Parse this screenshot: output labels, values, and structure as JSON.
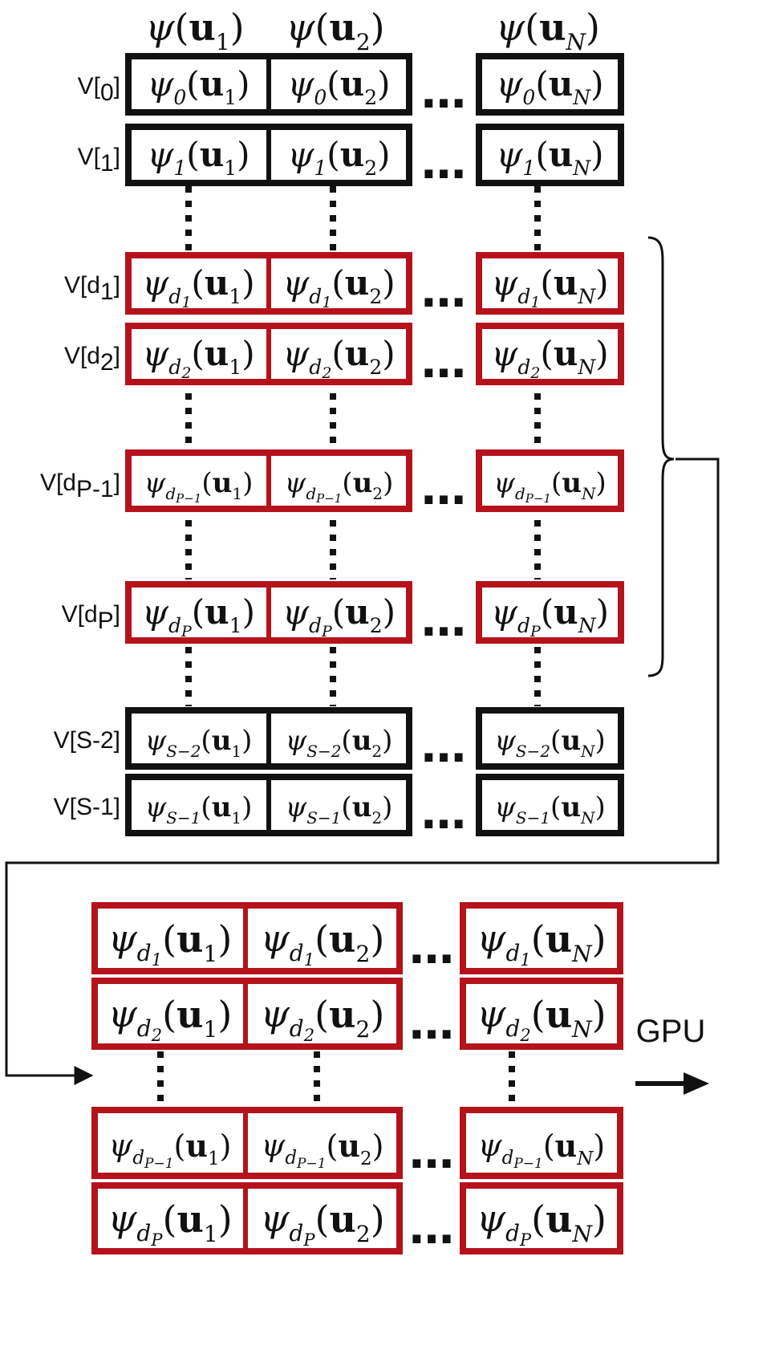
{
  "column_headers": [
    {
      "sub": "1"
    },
    {
      "sub": "2"
    },
    {
      "sub": "N"
    }
  ],
  "rows": [
    {
      "label": "V[0]",
      "label_base": "V[",
      "label_sub": "0",
      "index_sub": "0",
      "index_subsub": "",
      "selected": false
    },
    {
      "label": "V[1]",
      "label_base": "V[",
      "label_sub": "1",
      "index_sub": "1",
      "index_subsub": "",
      "selected": false
    },
    {
      "label": "V[d1]",
      "label_base": "V[d",
      "label_sub": "1",
      "index_sub": "d",
      "index_subsub": "1",
      "selected": true
    },
    {
      "label": "V[d2]",
      "label_base": "V[d",
      "label_sub": "2",
      "index_sub": "d",
      "index_subsub": "2",
      "selected": true
    },
    {
      "label": "V[dP-1]",
      "label_base": "V[d",
      "label_sub": "P-1",
      "index_sub": "d",
      "index_subsub": "P−1",
      "selected": true
    },
    {
      "label": "V[dP]",
      "label_base": "V[d",
      "label_sub": "P",
      "index_sub": "d",
      "index_subsub": "P",
      "selected": true
    },
    {
      "label": "V[S-2]",
      "label_base": "V[S-2]",
      "label_sub": "",
      "index_sub": "S−2",
      "index_subsub": "",
      "selected": false
    },
    {
      "label": "V[S-1]",
      "label_base": "V[S-1]",
      "label_sub": "",
      "index_sub": "S−1",
      "index_subsub": "",
      "selected": false
    }
  ],
  "gpu_rows": [
    {
      "index_sub": "d",
      "index_subsub": "1"
    },
    {
      "index_sub": "d",
      "index_subsub": "2"
    },
    {
      "index_sub": "d",
      "index_subsub": "P−1"
    },
    {
      "index_sub": "d",
      "index_subsub": "P"
    }
  ],
  "gpu_label": "GPU",
  "colors": {
    "selected": "#b5121b",
    "default": "#111111"
  },
  "symbols": {
    "psi": "ψ",
    "u": "u",
    "ellipsis": "…"
  }
}
